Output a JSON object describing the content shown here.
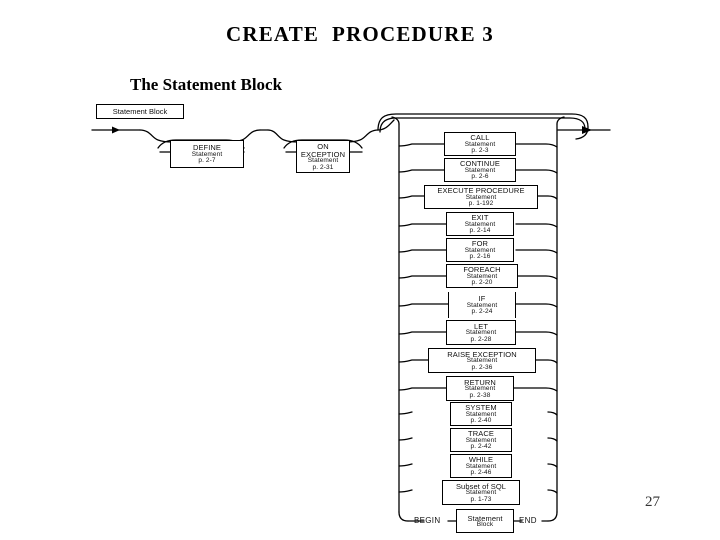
{
  "slide": {
    "title": "CREATE  PROCEDURE 3",
    "heading": "The Statement Block",
    "page_number": "27",
    "background_color": "#ffffff",
    "ink_color": "#000000"
  },
  "diagram": {
    "type": "railroad-syntax-diagram",
    "entry_tag": "Statement Block",
    "begin_keyword": "BEGIN",
    "end_keyword": "END",
    "optional_statements": [
      {
        "keyword": "DEFINE",
        "sub": "Statement",
        "page": "p. 2-7"
      },
      {
        "keyword": "ON\nEXCEPTION",
        "sub": "Statement",
        "page": "p. 2-31"
      }
    ],
    "choice_statements": [
      {
        "keyword": "CALL",
        "sub": "Statement",
        "page": "p. 2-3"
      },
      {
        "keyword": "CONTINUE",
        "sub": "Statement",
        "page": "p. 2-6"
      },
      {
        "keyword": "EXECUTE PROCEDURE",
        "sub": "Statement",
        "page": "p. 1-192"
      },
      {
        "keyword": "EXIT",
        "sub": "Statement",
        "page": "p. 2-14"
      },
      {
        "keyword": "FOR",
        "sub": "Statement",
        "page": "p. 2-16"
      },
      {
        "keyword": "FOREACH",
        "sub": "Statement",
        "page": "p. 2-20"
      },
      {
        "keyword": "IF",
        "sub": "Statement",
        "page": "p. 2-24"
      },
      {
        "keyword": "LET",
        "sub": "Statement",
        "page": "p. 2-28"
      },
      {
        "keyword": "RAISE EXCEPTION",
        "sub": "Statement",
        "page": "p. 2-36"
      },
      {
        "keyword": "RETURN",
        "sub": "Statement",
        "page": "p. 2-38"
      },
      {
        "keyword": "SYSTEM",
        "sub": "Statement",
        "page": "p. 2-40"
      },
      {
        "keyword": "TRACE",
        "sub": "Statement",
        "page": "p. 2-42"
      },
      {
        "keyword": "WHILE",
        "sub": "Statement",
        "page": "p. 2-46"
      },
      {
        "keyword": "Subset of SQL",
        "sub": "Statement",
        "page": "p. 1-73"
      },
      {
        "keyword": "Statement",
        "sub": "Block",
        "page": ""
      }
    ]
  }
}
